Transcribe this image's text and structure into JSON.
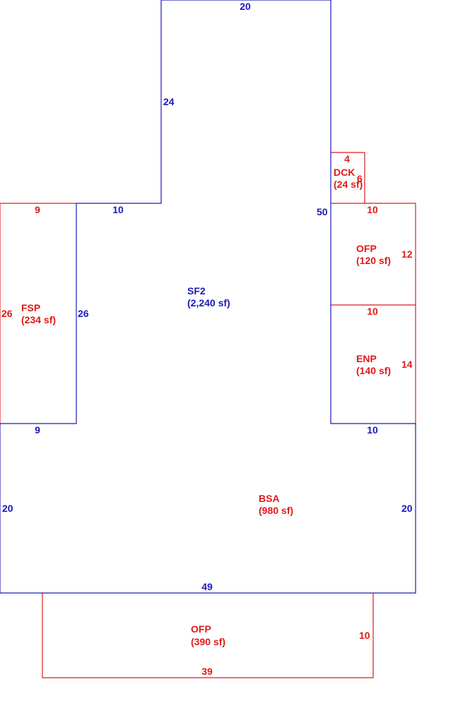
{
  "colors": {
    "main": "#1a1ab8",
    "addition": "#e01a1a",
    "background": "#ffffff"
  },
  "areas": {
    "sf2": {
      "name": "SF2",
      "area": "(2,240 sf)"
    },
    "bsa": {
      "name": "BSA",
      "area": "(980 sf)"
    },
    "fsp": {
      "name": "FSP",
      "area": "(234 sf)"
    },
    "dck": {
      "name": "DCK",
      "area": "(24 sf)"
    },
    "ofp_side": {
      "name": "OFP",
      "area": "(120 sf)"
    },
    "enp": {
      "name": "ENP",
      "area": "(140 sf)"
    },
    "ofp_front": {
      "name": "OFP",
      "area": "(390 sf)"
    }
  },
  "dimensions": {
    "sf2_top": "20",
    "sf2_upper_left": "24",
    "sf2_step": "10",
    "sf2_right": "50",
    "sf2_left": "26",
    "sf2_bottom_left": "9",
    "sf2_bottom_right": "10",
    "bsa_left": "20",
    "bsa_right": "20",
    "bsa_bottom": "49",
    "fsp_top": "9",
    "fsp_left": "26",
    "dck_top": "4",
    "dck_right": "6",
    "ofp_side_top": "10",
    "ofp_side_right": "12",
    "enp_top": "10",
    "enp_right": "14",
    "ofp_front_right": "10",
    "ofp_front_bottom": "39"
  }
}
